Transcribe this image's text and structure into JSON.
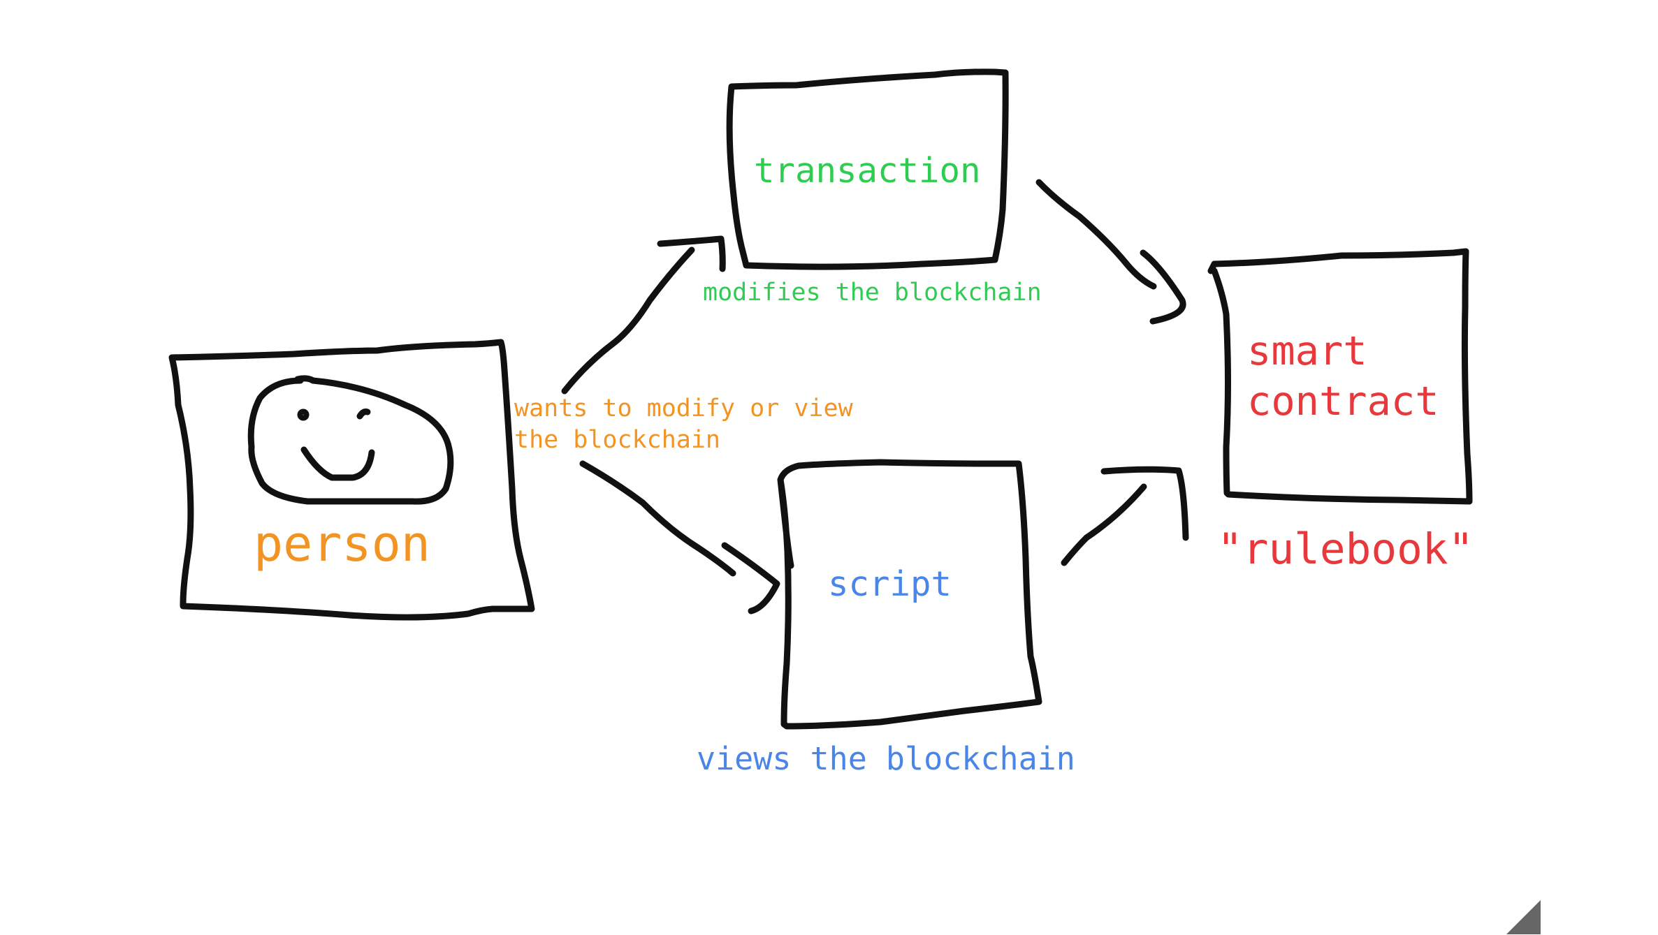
{
  "colors": {
    "stroke": "#111111",
    "person": "#f29423",
    "transaction": "#2fcc52",
    "script": "#4a86e8",
    "smart_contract": "#e8383b",
    "corner_triangle": "#666666"
  },
  "labels": {
    "transaction": "transaction",
    "transaction_note": "modifies the blockchain",
    "person": "person",
    "person_note": "wants to modify or view\nthe blockchain",
    "smart_contract": "smart\ncontract",
    "smart_contract_note": "\"rulebook\"",
    "script": "script",
    "script_note": "views the blockchain"
  },
  "icons": {
    "person_face": "smiley-face-icon",
    "corner": "page-corner-icon"
  }
}
